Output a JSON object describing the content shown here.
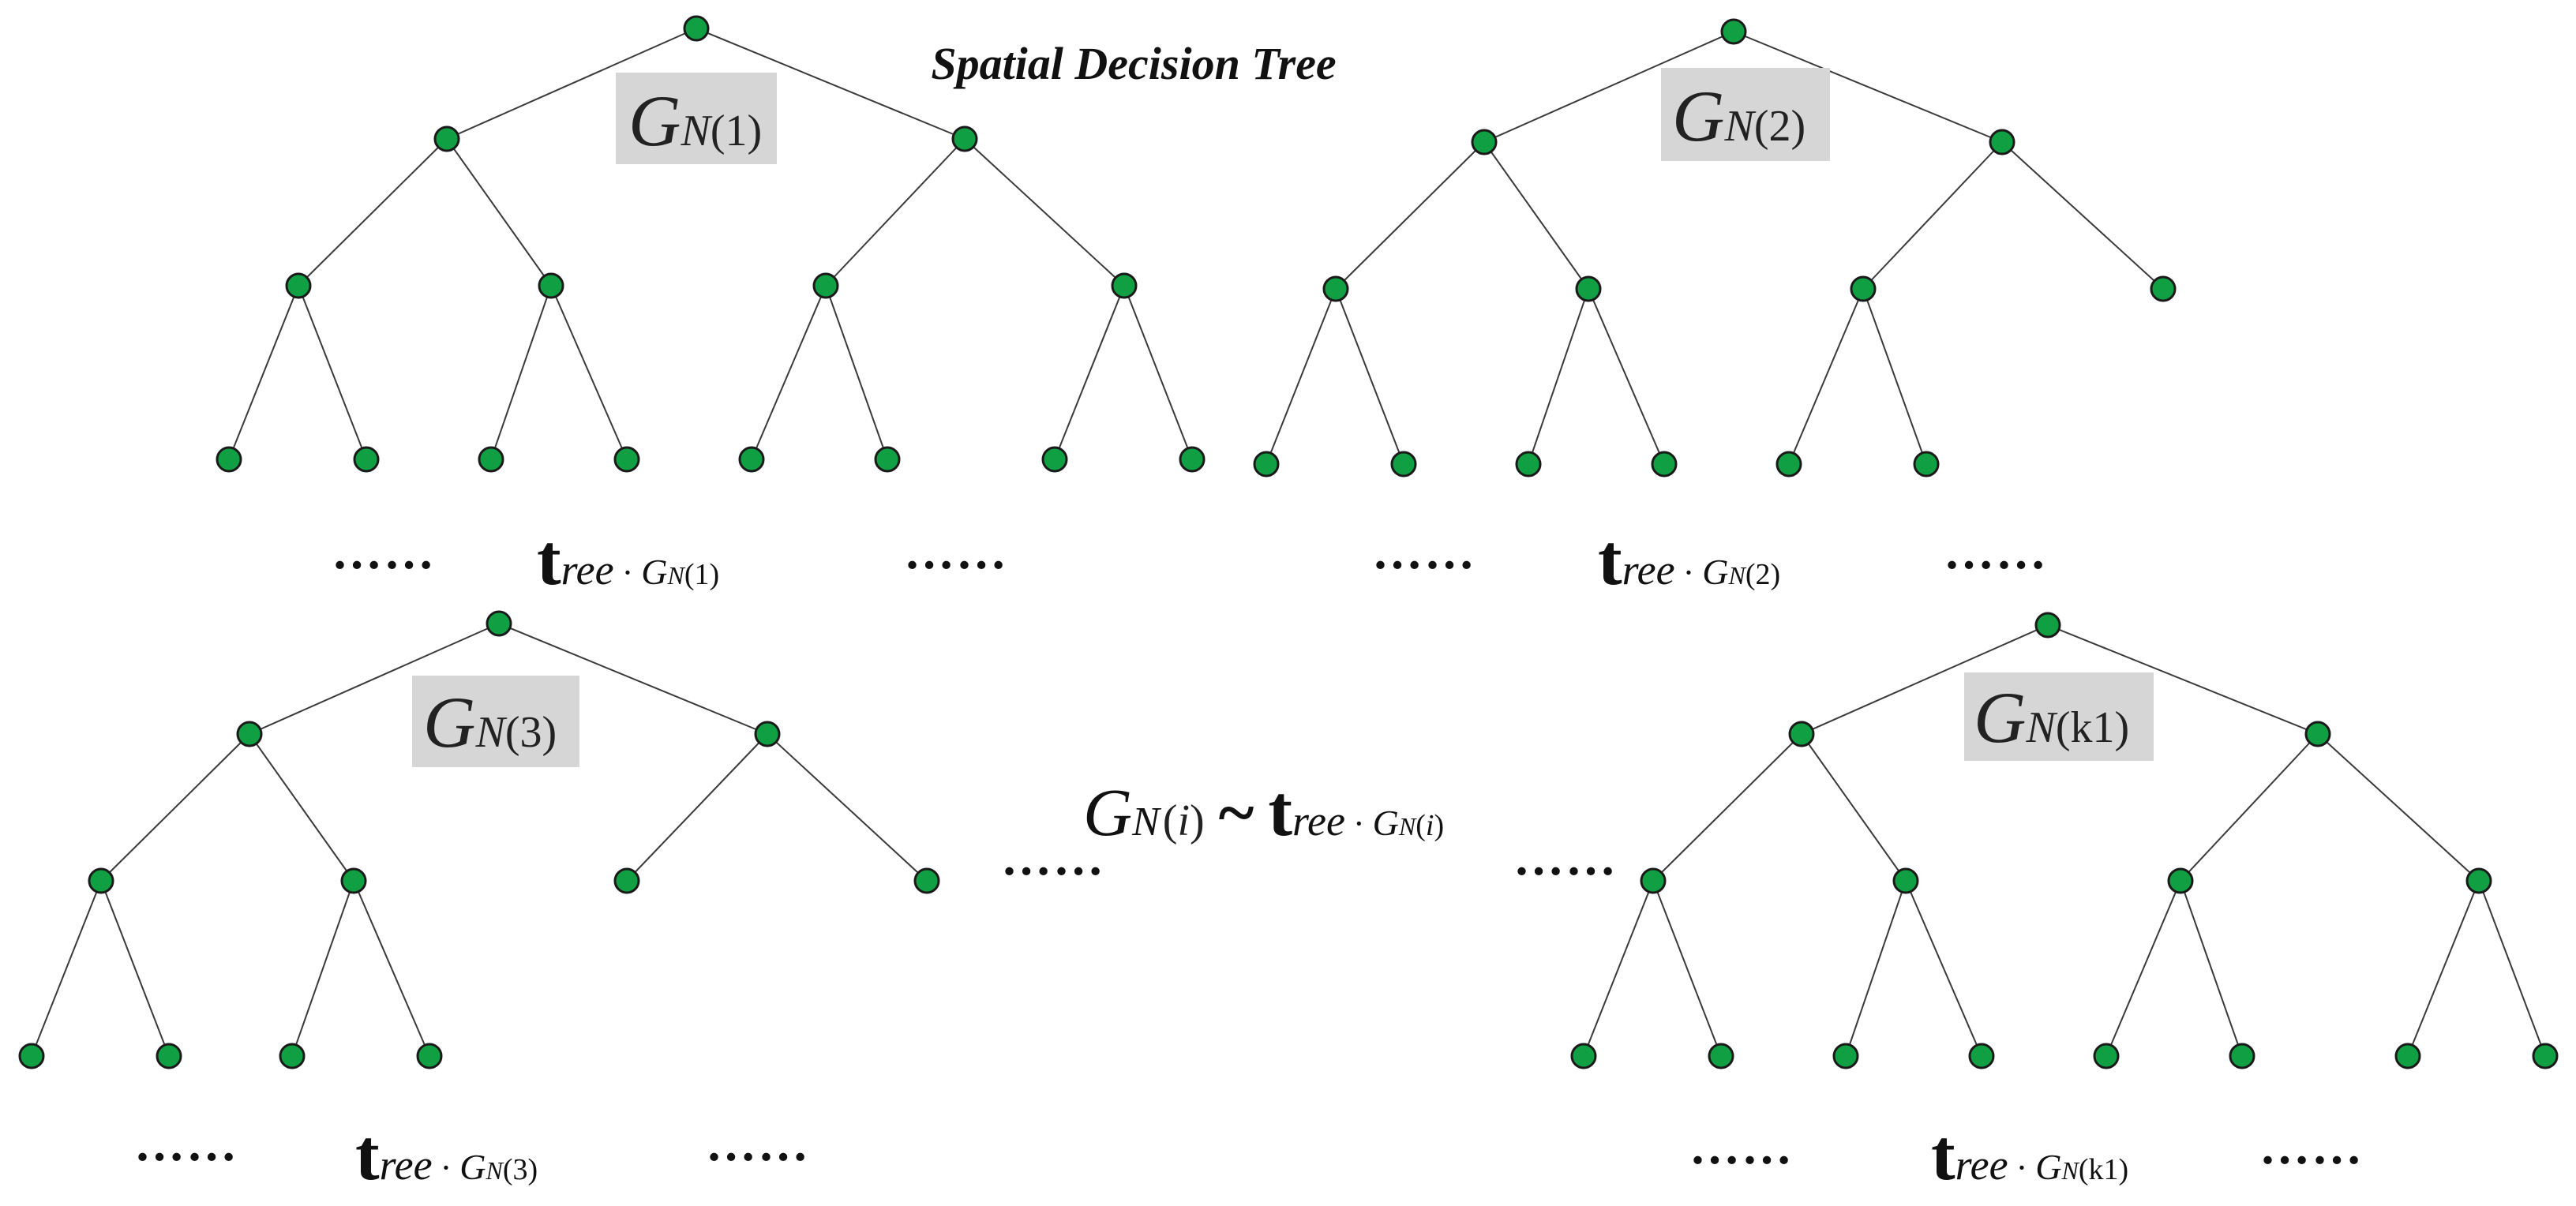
{
  "title": "Spatial Decision Tree",
  "ellipsis": "……",
  "tree_word": {
    "t": "t",
    "rest": "ree",
    "dot": "·"
  },
  "symbols": {
    "G": "G",
    "N": "N",
    "tilde": "~"
  },
  "trees": [
    {
      "id": "tree-1",
      "label_index": "1"
    },
    {
      "id": "tree-2",
      "label_index": "2"
    },
    {
      "id": "tree-3",
      "label_index": "3"
    },
    {
      "id": "tree-k1",
      "label_index": "k1"
    }
  ],
  "relation": {
    "index": "i"
  },
  "colors": {
    "node_fill": "#10a043",
    "node_stroke": "#1a1a1a",
    "edge": "#3a3a3a",
    "label_box": "#d6d6d6"
  }
}
